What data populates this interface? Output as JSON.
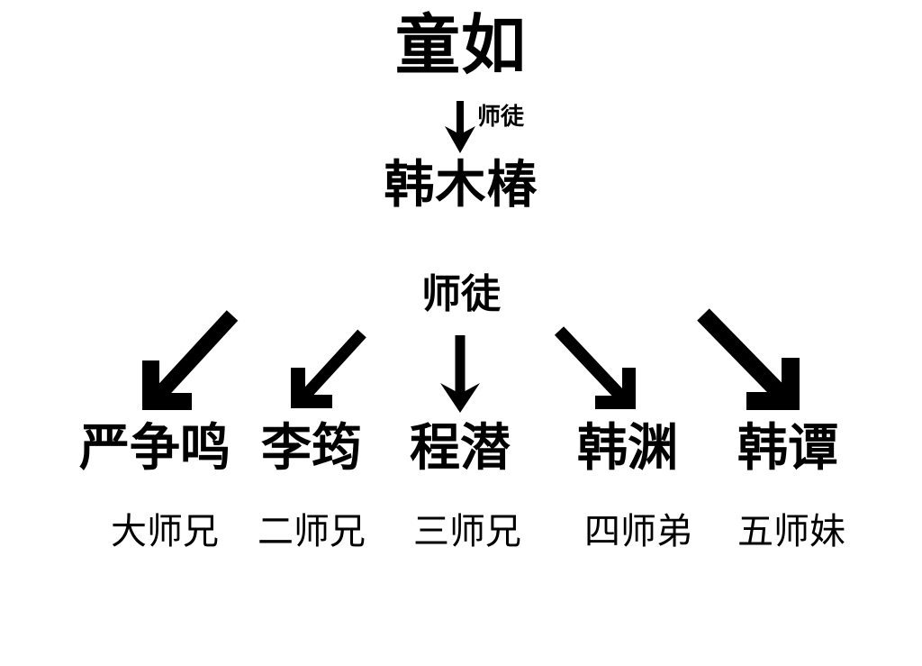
{
  "diagram": {
    "title_node": "童如",
    "top_edge_label": "师徒",
    "master_node": "韩木椿",
    "mid_edge_label": "师徒",
    "disciples": [
      {
        "name": "严争鸣",
        "rank": "大师兄"
      },
      {
        "name": "李筠",
        "rank": "二师兄"
      },
      {
        "name": "程潜",
        "rank": "三师兄"
      },
      {
        "name": "韩渊",
        "rank": "四师弟"
      },
      {
        "name": "韩谭",
        "rank": "五师妹"
      }
    ],
    "colors": {
      "background": "#ffffff",
      "ink": "#000000"
    },
    "arrow_icons": [
      "arrow-down-left-icon",
      "arrow-down-left-icon",
      "arrow-down-icon",
      "arrow-down-right-icon",
      "arrow-down-right-icon"
    ]
  }
}
